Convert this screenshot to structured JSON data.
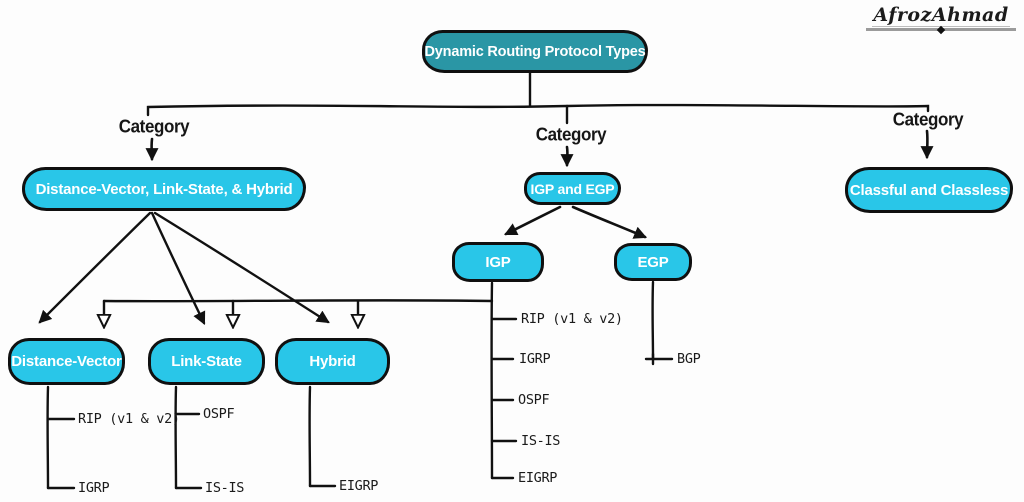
{
  "signature": "AfrozAhmad",
  "colors": {
    "root_fill": "#2a96a5",
    "node_fill": "#29c6e8",
    "ink": "#111111",
    "text_on_fill": "#ffffff"
  },
  "root": {
    "label": "Dynamic Routing Protocol Types"
  },
  "category_label": "Category",
  "left_branch": {
    "label": "Distance-Vector, Link-State, & Hybrid",
    "children": [
      {
        "label": "Distance-Vector",
        "leaves": [
          "RIP (v1 & v2)",
          "IGRP"
        ]
      },
      {
        "label": "Link-State",
        "leaves": [
          "OSPF",
          "IS-IS"
        ]
      },
      {
        "label": "Hybrid",
        "leaves": [
          "EIGRP"
        ]
      }
    ]
  },
  "middle_branch": {
    "label": "IGP and EGP",
    "children": [
      {
        "label": "IGP",
        "leaves": [
          "RIP (v1 & v2)",
          "IGRP",
          "OSPF",
          "IS-IS",
          "EIGRP"
        ]
      },
      {
        "label": "EGP",
        "leaves": [
          "BGP"
        ]
      }
    ]
  },
  "right_branch": {
    "label": "Classful and Classless"
  }
}
